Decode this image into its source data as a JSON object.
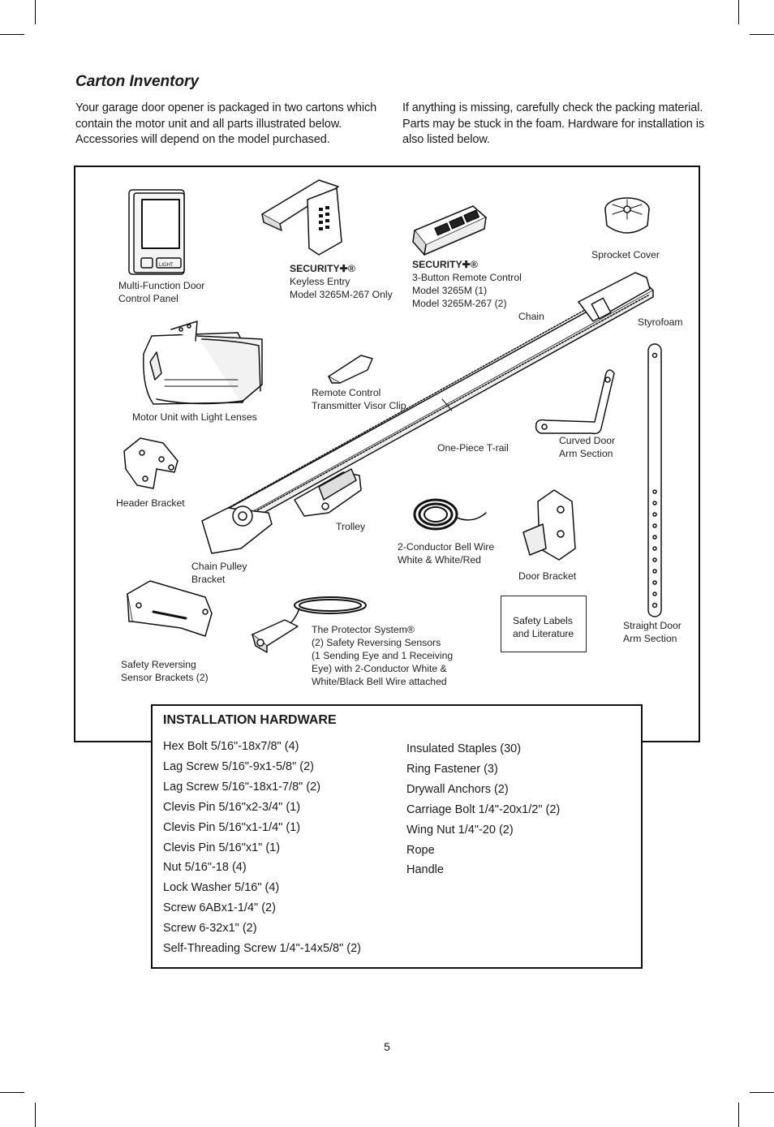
{
  "title": "Carton Inventory",
  "intro": {
    "left": "Your garage door opener is packaged in two cartons which contain the motor unit and all parts illustrated below. Accessories will depend on the model purchased.",
    "right": "If anything is missing, carefully check the packing material. Parts may be stuck in the foam. Hardware for installation is also listed below."
  },
  "figure": {
    "panel_light_text": "LIGHT",
    "labels": {
      "control_panel": "Multi-Function Door\nControl Panel",
      "keyless_brand": "SECURITY✚®",
      "keyless_entry": "Keyless Entry\nModel 3265M-267 Only",
      "remote_brand": "SECURITY✚®",
      "remote_control": "3-Button Remote Control\nModel 3265M (1)\nModel 3265M-267 (2)",
      "sprocket_cover": "Sprocket Cover",
      "chain": "Chain",
      "styrofoam": "Styrofoam",
      "motor_unit": "Motor Unit with Light Lenses",
      "visor_clip": "Remote Control\nTransmitter Visor Clip",
      "t_rail": "One-Piece T-rail",
      "curved_arm": "Curved Door\nArm Section",
      "header_bracket": "Header Bracket",
      "trolley": "Trolley",
      "bell_wire": "2-Conductor Bell Wire\nWhite & White/Red",
      "door_bracket": "Door Bracket",
      "chain_pulley": "Chain Pulley\nBracket",
      "sensor_brackets": "Safety Reversing\nSensor Brackets (2)",
      "protector_title": "The Protector System®",
      "protector_body": "(2) Safety Reversing Sensors\n(1 Sending Eye and 1 Receiving\nEye) with 2-Conductor White &\nWhite/Black Bell Wire attached",
      "safety_labels": "Safety Labels\nand Literature",
      "straight_arm": "Straight Door\nArm Section"
    }
  },
  "hardware": {
    "heading": "INSTALLATION HARDWARE",
    "left_items": [
      "Hex Bolt 5/16\"-18x7/8\" (4)",
      "Lag Screw 5/16\"-9x1-5/8\" (2)",
      "Lag Screw 5/16\"-18x1-7/8\" (2)",
      "Clevis Pin 5/16\"x2-3/4\" (1)",
      "Clevis Pin 5/16\"x1-1/4\" (1)",
      "Clevis Pin 5/16\"x1\" (1)",
      "Nut 5/16\"-18 (4)",
      "Lock Washer 5/16\" (4)",
      "Screw 6ABx1-1/4\" (2)",
      "Screw 6-32x1\" (2)",
      "Self-Threading Screw 1/4\"-14x5/8\" (2)"
    ],
    "right_items": [
      "Insulated Staples (30)",
      "Ring Fastener (3)",
      "Drywall Anchors (2)",
      "Carriage Bolt 1/4\"-20x1/2\" (2)",
      "Wing Nut 1/4\"-20 (2)",
      "Rope",
      "Handle"
    ]
  },
  "page_number": "5"
}
